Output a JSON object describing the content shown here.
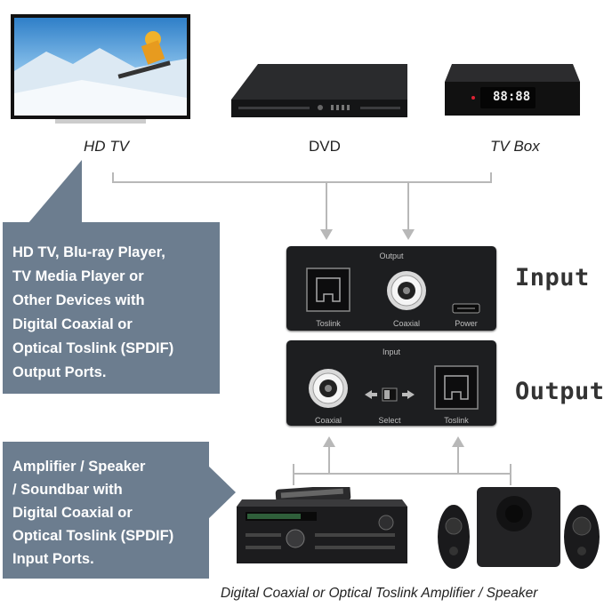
{
  "devices": {
    "tv_label": "HD TV",
    "dvd_label": "DVD",
    "tvbox_label": "TV Box",
    "tvbox_display": "88:88"
  },
  "callout_source": {
    "lines": [
      "HD TV, Blu-ray Player,",
      "TV Media Player or",
      "Other Devices with",
      "Digital Coaxial or",
      "Optical Toslink (SPDIF)",
      "Output Ports."
    ]
  },
  "callout_sink": {
    "lines": [
      "Amplifier / Speaker",
      "/ Soundbar with",
      "Digital Coaxial or",
      "Optical Toslink (SPDIF)",
      "Input Ports."
    ]
  },
  "converter_input": {
    "side_title": "Input",
    "panel_label": "Output",
    "port_toslink": "Toslink",
    "port_coaxial": "Coaxial",
    "port_power": "Power"
  },
  "converter_output": {
    "side_title": "Output",
    "panel_label": "Input",
    "port_coaxial": "Coaxial",
    "port_select": "Select",
    "port_toslink": "Toslink"
  },
  "footer": {
    "caption": "Digital Coaxial or Optical Toslink Amplifier / Speaker"
  },
  "colors": {
    "callout": "#6c7d8f",
    "connector_line": "#b5b5b5",
    "device_body": "#1d1e20"
  }
}
